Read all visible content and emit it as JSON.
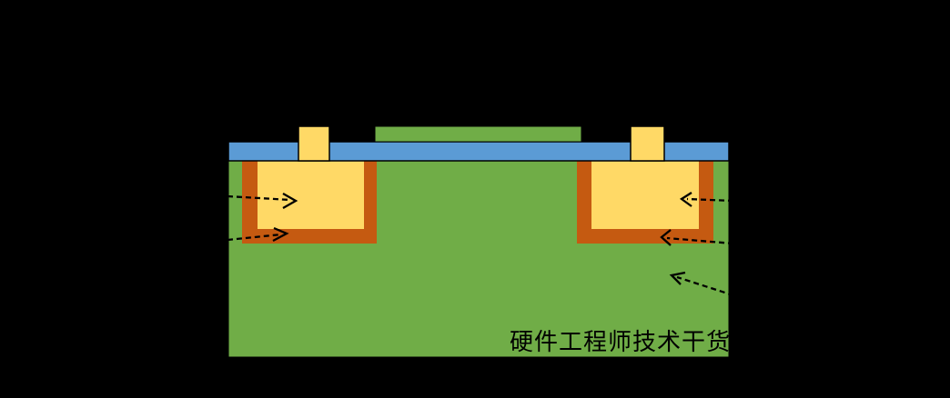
{
  "diagram": {
    "watermark": "硬件工程师技术干货",
    "colors": {
      "background": "#000000",
      "substrate": "#70AD47",
      "gate": "#70AD47",
      "oxide": "#5B9BD5",
      "plug": "#FFD966",
      "trench_fill": "#FFD966",
      "trench_liner": "#C55A11",
      "outline": "#000000",
      "arrow": "#000000",
      "watermark_color": "#000000"
    },
    "annotations": {
      "left_arrow_count": "2",
      "right_arrow_count": "3"
    }
  }
}
